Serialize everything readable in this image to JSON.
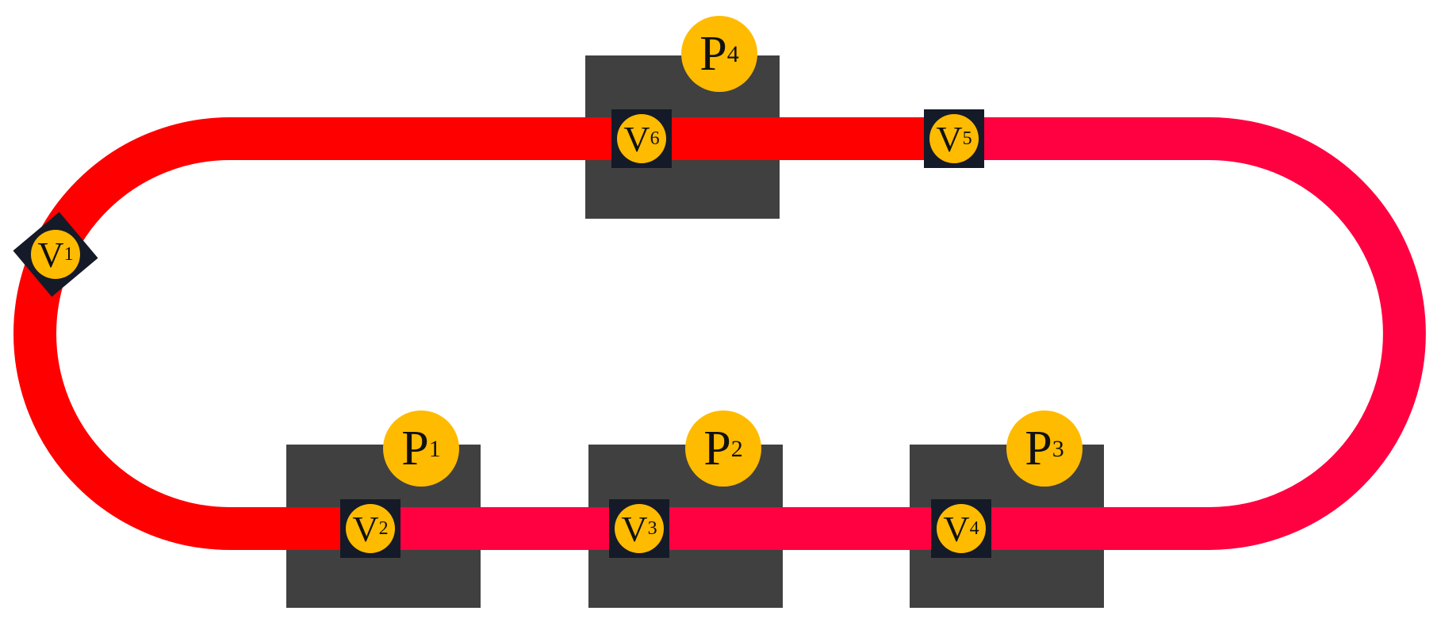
{
  "colors": {
    "track_left": "#ff0000",
    "track_right": "#ff0040",
    "platform": "#404040",
    "vehicle_box": "#151a28",
    "badge": "#ffbb00",
    "text": "#111111"
  },
  "platforms": [
    {
      "id": "P1",
      "letter": "P",
      "index": "1"
    },
    {
      "id": "P2",
      "letter": "P",
      "index": "2"
    },
    {
      "id": "P3",
      "letter": "P",
      "index": "3"
    },
    {
      "id": "P4",
      "letter": "P",
      "index": "4"
    }
  ],
  "vehicles": [
    {
      "id": "V1",
      "letter": "V",
      "index": "1"
    },
    {
      "id": "V2",
      "letter": "V",
      "index": "2"
    },
    {
      "id": "V3",
      "letter": "V",
      "index": "3"
    },
    {
      "id": "V4",
      "letter": "V",
      "index": "4"
    },
    {
      "id": "V5",
      "letter": "V",
      "index": "5"
    },
    {
      "id": "V6",
      "letter": "V",
      "index": "6"
    }
  ]
}
